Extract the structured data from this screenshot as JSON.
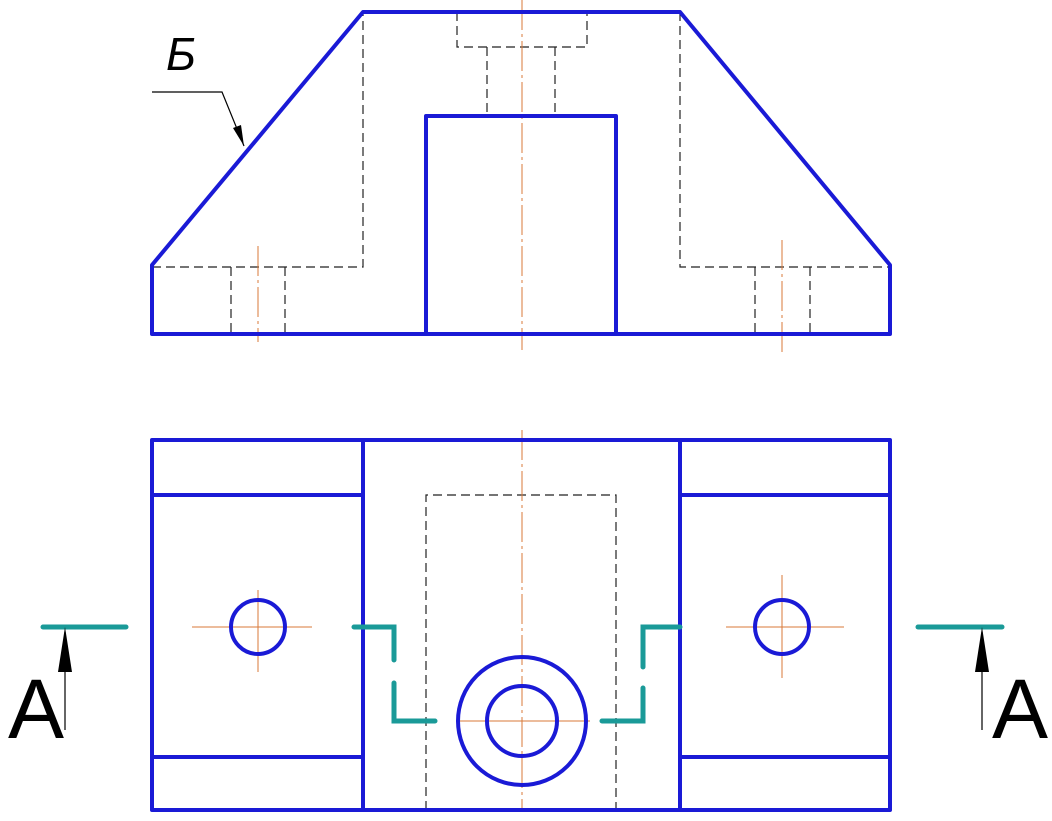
{
  "labels": {
    "view_b": "Б",
    "section_left": "A",
    "section_right": "A"
  },
  "colors": {
    "visible_line": "#1a1ad6",
    "hidden_line": "#222222",
    "center_line": "#d97a3a",
    "section_line": "#1a9a98",
    "arrow": "#000000"
  }
}
